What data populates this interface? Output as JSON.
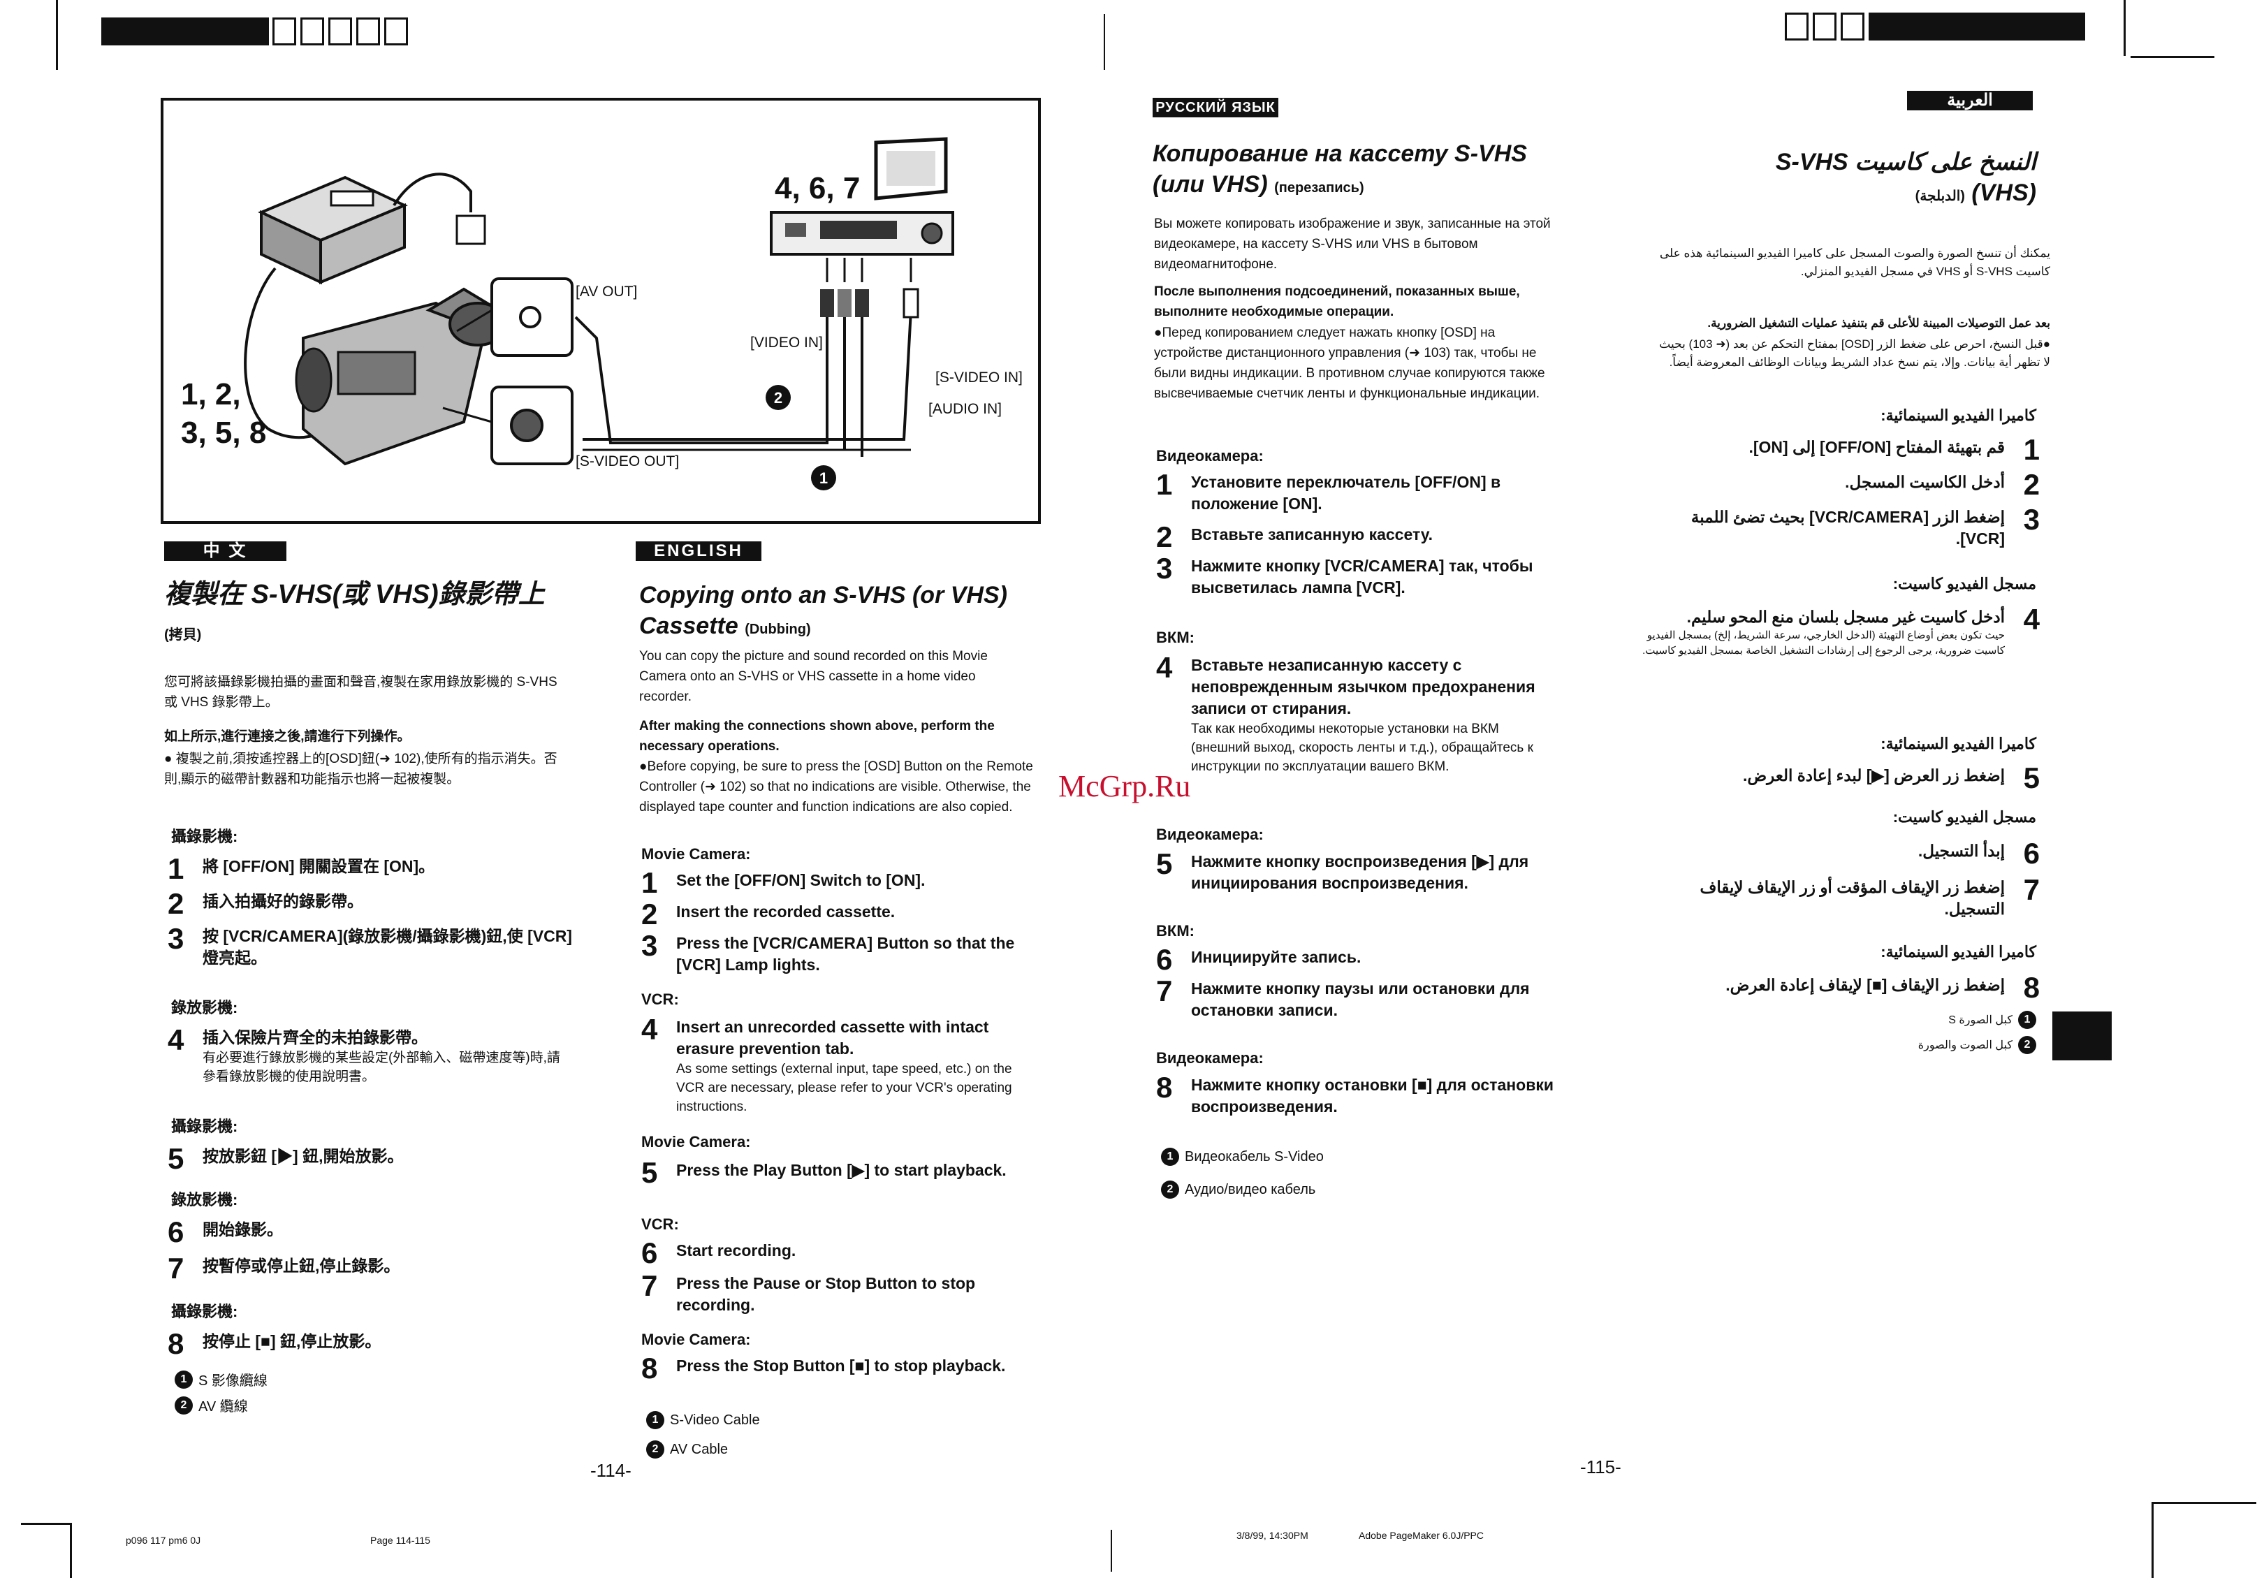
{
  "header": {
    "left_marks": "▪▪ ▪ ▪▪",
    "right_marks": "▪ ▪▪"
  },
  "diagram": {
    "labels": {
      "av_out": "[AV OUT]",
      "video_in": "[VIDEO IN]",
      "s_video_in": "[S-VIDEO IN]",
      "audio_in": "[AUDIO IN]",
      "s_video_out": "[S-VIDEO OUT]",
      "steps_vcr": "4, 6, 7",
      "steps_cam_1": "1, 2,",
      "steps_cam_2": "3, 5, 8",
      "cable1": "1",
      "cable2": "2"
    }
  },
  "chinese": {
    "tag": "中 文",
    "title": "複製在 S-VHS(或 VHS)錄影帶上",
    "title_small": "(拷貝)",
    "intro": "您可將該攝錄影機拍攝的畫面和聲音,複製在家用錄放影機的 S-VHS 或 VHS 錄影帶上。",
    "prep": "如上所示,進行連接之後,請進行下列操作。",
    "bullet": "● 複製之前,須按遙控器上的[OSD]鈕(➜ 102),使所有的指示消失。否則,顯示的磁帶計數器和功能指示也將一起被複製。",
    "sections": {
      "cam1": "攝錄影機:",
      "vcr1": "錄放影機:",
      "cam2": "攝錄影機:",
      "vcr2": "錄放影機:",
      "cam3": "攝錄影機:"
    },
    "steps": [
      {
        "n": "1",
        "t": "將 [OFF/ON] 開關設置在 [ON]。"
      },
      {
        "n": "2",
        "t": "插入拍攝好的錄影帶。"
      },
      {
        "n": "3",
        "t": "按 [VCR/CAMERA](錄放影機/攝錄影機)鈕,使 [VCR] 燈亮起。"
      },
      {
        "n": "4",
        "t": "插入保險片齊全的未拍錄影帶。",
        "sub": "有必要進行錄放影機的某些設定(外部輸入、磁帶速度等)時,請參看錄放影機的使用說明書。"
      },
      {
        "n": "5",
        "t": "按放影鈕 [▶] 鈕,開始放影。"
      },
      {
        "n": "6",
        "t": "開始錄影。"
      },
      {
        "n": "7",
        "t": "按暫停或停止鈕,停止錄影。"
      },
      {
        "n": "8",
        "t": "按停止 [■] 鈕,停止放影。"
      }
    ],
    "legend": [
      "S 影像纜線",
      "AV 纜線"
    ]
  },
  "english": {
    "tag": "ENGLISH",
    "title_1": "Copying onto an S-VHS (or VHS)",
    "title_2": "Cassette",
    "title_small": "(Dubbing)",
    "intro": "You can copy the picture and sound recorded on this Movie Camera onto an S-VHS or VHS cassette in a home video recorder.",
    "prep": "After making the connections shown above, perform the necessary operations.",
    "bullet": "●Before copying, be sure to press the [OSD] Button on the Remote Controller (➜ 102) so that no indications are visible. Otherwise, the displayed tape counter and function indications are also copied.",
    "sections": {
      "cam1": "Movie Camera:",
      "vcr1": "VCR:",
      "cam2": "Movie Camera:",
      "vcr2": "VCR:",
      "cam3": "Movie Camera:"
    },
    "steps": [
      {
        "n": "1",
        "t": "Set the [OFF/ON] Switch to [ON]."
      },
      {
        "n": "2",
        "t": "Insert the recorded cassette."
      },
      {
        "n": "3",
        "t": "Press the [VCR/CAMERA] Button so that the [VCR] Lamp lights."
      },
      {
        "n": "4",
        "t": "Insert an unrecorded cassette with intact erasure prevention tab.",
        "sub": "As some settings (external input, tape speed, etc.) on the VCR are necessary, please refer to your VCR's operating instructions."
      },
      {
        "n": "5",
        "t": "Press the Play Button [▶] to start playback."
      },
      {
        "n": "6",
        "t": "Start recording."
      },
      {
        "n": "7",
        "t": "Press the Pause or Stop Button to stop recording."
      },
      {
        "n": "8",
        "t": "Press the Stop Button [■] to stop playback."
      }
    ],
    "legend": [
      "S-Video Cable",
      "AV Cable"
    ],
    "page": "-114-"
  },
  "russian": {
    "tag": "РУССКИЙ ЯЗЫК",
    "title_1": "Копирование на кассету S-VHS",
    "title_2": "(или VHS)",
    "title_small": "(перезапись)",
    "intro": "Вы можете копировать изображение и звук, записанные на этой видеокамере, на кассету S-VHS или VHS в бытовом видеомагнитофоне.",
    "prep": "После выполнения подсоединений, показанных выше, выполните необходимые операции.",
    "bullet": "●Перед копированием следует нажать кнопку [OSD] на устройстве дистанционного управления (➜ 103) так, чтобы не были видны индикации. В противном случае копируются также высвечиваемые счетчик ленты и функциональные индикации.",
    "sections": {
      "cam1": "Видеокамера:",
      "vcr1": "ВКМ:",
      "cam2": "Видеокамера:",
      "vcr2": "ВКМ:",
      "cam3": "Видеокамера:"
    },
    "steps": [
      {
        "n": "1",
        "t": "Установите переключатель [OFF/ON] в положение [ON]."
      },
      {
        "n": "2",
        "t": "Вставьте записанную кассету."
      },
      {
        "n": "3",
        "t": "Нажмите кнопку [VCR/CAMERA] так, чтобы высветилась лампа [VCR]."
      },
      {
        "n": "4",
        "t": "Вставьте незаписанную кассету с неповрежденным язычком предохранения записи от стирания.",
        "sub": "Так как необходимы некоторые установки на ВКМ (внешний выход, скорость ленты и т.д.), обращайтесь к инструкции по эксплуатации вашего ВКМ."
      },
      {
        "n": "5",
        "t": "Нажмите кнопку воспроизведения [▶] для инициирования воспроизведения."
      },
      {
        "n": "6",
        "t": "Инициируйте запись."
      },
      {
        "n": "7",
        "t": "Нажмите кнопку паузы или остановки для остановки записи."
      },
      {
        "n": "8",
        "t": "Нажмите кнопку остановки [■] для остановки воспроизведения."
      }
    ],
    "legend": [
      "Видеокабель S-Video",
      "Аудио/видео кабель"
    ],
    "page": "-115-"
  },
  "arabic": {
    "tag": "العربية",
    "title_1": "النسخ على كاسيت S-VHS",
    "title_2": "(VHS)",
    "title_small": "(الدبلجة)",
    "intro": "يمكنك أن تنسخ الصورة والصوت المسجل على كاميرا الفيديو السينمائية هذه على كاسيت S-VHS أو VHS في مسجل الفيديو المنزلي.",
    "prep": "بعد عمل التوصيلات المبينة للأعلى قم بتنفيذ عمليات التشغيل الضرورية.",
    "bullet": "●قبل النسخ، احرص على ضغط الزر [OSD] بمفتاح التحكم عن بعد (➜ 103) بحيث لا تظهر أية بيانات. وإلا، يتم نسخ عداد الشريط وبيانات الوظائف المعروضة أيضاً.",
    "sections": {
      "cam1": "كاميرا الفيديو السينمائية:",
      "vcr1": "مسجل الفيديو كاسيت:",
      "cam2": "كاميرا الفيديو السينمائية:",
      "vcr2": "مسجل الفيديو كاسيت:",
      "cam3": "كاميرا الفيديو السينمائية:"
    },
    "steps": [
      {
        "n": "1",
        "t": "قم بتهيئة المفتاح [OFF/ON] إلى [ON]."
      },
      {
        "n": "2",
        "t": "أدخل الكاسيت المسجل."
      },
      {
        "n": "3",
        "t": "إضغط الزر [VCR/CAMERA] بحيث تضئ اللمبة [VCR]."
      },
      {
        "n": "4",
        "t": "أدخل كاسيت غير مسجل بلسان منع المحو سليم.",
        "sub": "حيث تكون بعض أوضاع التهيئة (الدخل الخارجي، سرعة الشريط، إلخ) بمسجل الفيديو كاسيت ضرورية، يرجى الرجوع إلى إرشادات التشغيل الخاصة بمسجل الفيديو كاسيت."
      },
      {
        "n": "5",
        "t": "إضغط زر العرض [▶] لبدء إعادة العرض."
      },
      {
        "n": "6",
        "t": "إبدأ التسجيل."
      },
      {
        "n": "7",
        "t": "إضغط زر الإيقاف المؤقت أو زر الإيقاف لإيقاف التسجيل."
      },
      {
        "n": "8",
        "t": "إضغط زر الإيقاف [■] لإيقاف إعادة العرض."
      }
    ],
    "legend": [
      "كبل الصورة S",
      "كبل الصوت والصورة"
    ]
  },
  "watermark": "McGrp.Ru",
  "footer": {
    "left_code": "p096 117 pm6 0J",
    "page_range": "Page 114-115",
    "timestamp": "3/8/99, 14:30PM",
    "software": "Adobe PageMaker 6.0J/PPC"
  }
}
